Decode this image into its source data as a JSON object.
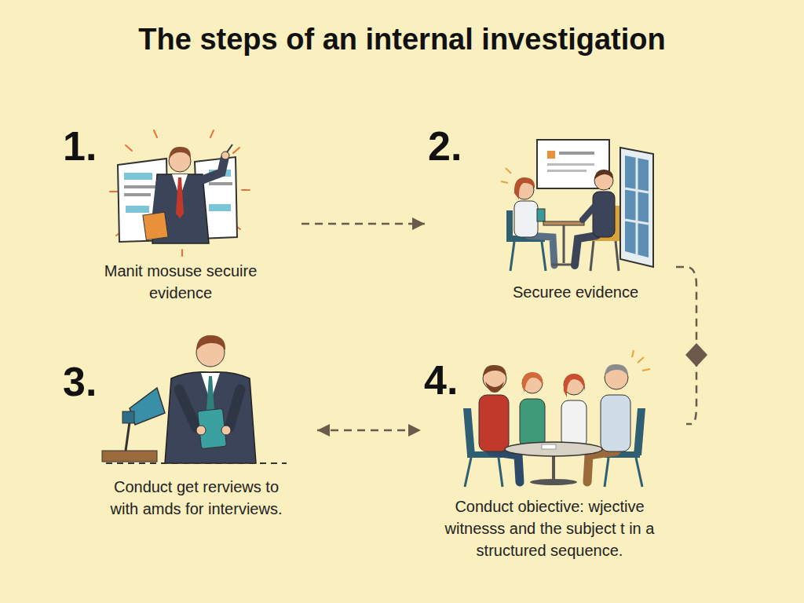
{
  "diagram": {
    "title": "The steps of an internal investigation",
    "nodes": [
      {
        "text": [
          "1.",
          "Manit mosuse secuire evidence"
        ]
      },
      {
        "text": [
          "2.",
          "Securee evidence"
        ]
      },
      {
        "text": [
          "3.",
          "Conduct get rerviews to with amds for interviews."
        ]
      },
      {
        "text": [
          "4.",
          "Conduct obiective: wjective witnesss and the subject t in a structured sequence."
        ]
      }
    ],
    "edges": [
      {
        "from": 0,
        "to": 1,
        "arrow": "to"
      },
      {
        "from": 1,
        "to": 3,
        "arrow": "none"
      },
      {
        "from": 2,
        "to": 3,
        "arrow": "both"
      }
    ]
  }
}
